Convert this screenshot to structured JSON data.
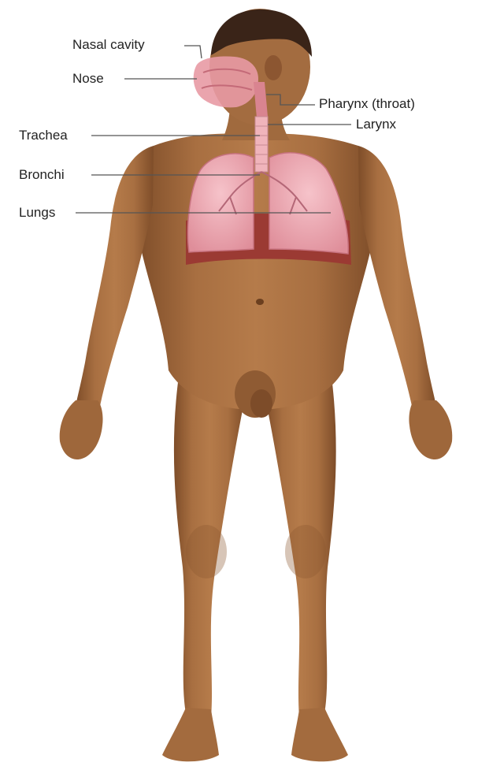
{
  "labels": {
    "nasal_cavity": "Nasal cavity",
    "nose": "Nose",
    "pharynx": "Pharynx (throat)",
    "larynx": "Larynx",
    "trachea": "Trachea",
    "bronchi": "Bronchi",
    "lungs": "Lungs"
  },
  "colors": {
    "skin": "#a0683c",
    "skin_shadow": "#7a4a26",
    "skin_highlight": "#bf8756",
    "hair": "#3a2418",
    "lung": "#e9a3ad",
    "diaphragm": "#9b3a33",
    "airway": "#f2b9bf",
    "leader_line": "#555555"
  }
}
